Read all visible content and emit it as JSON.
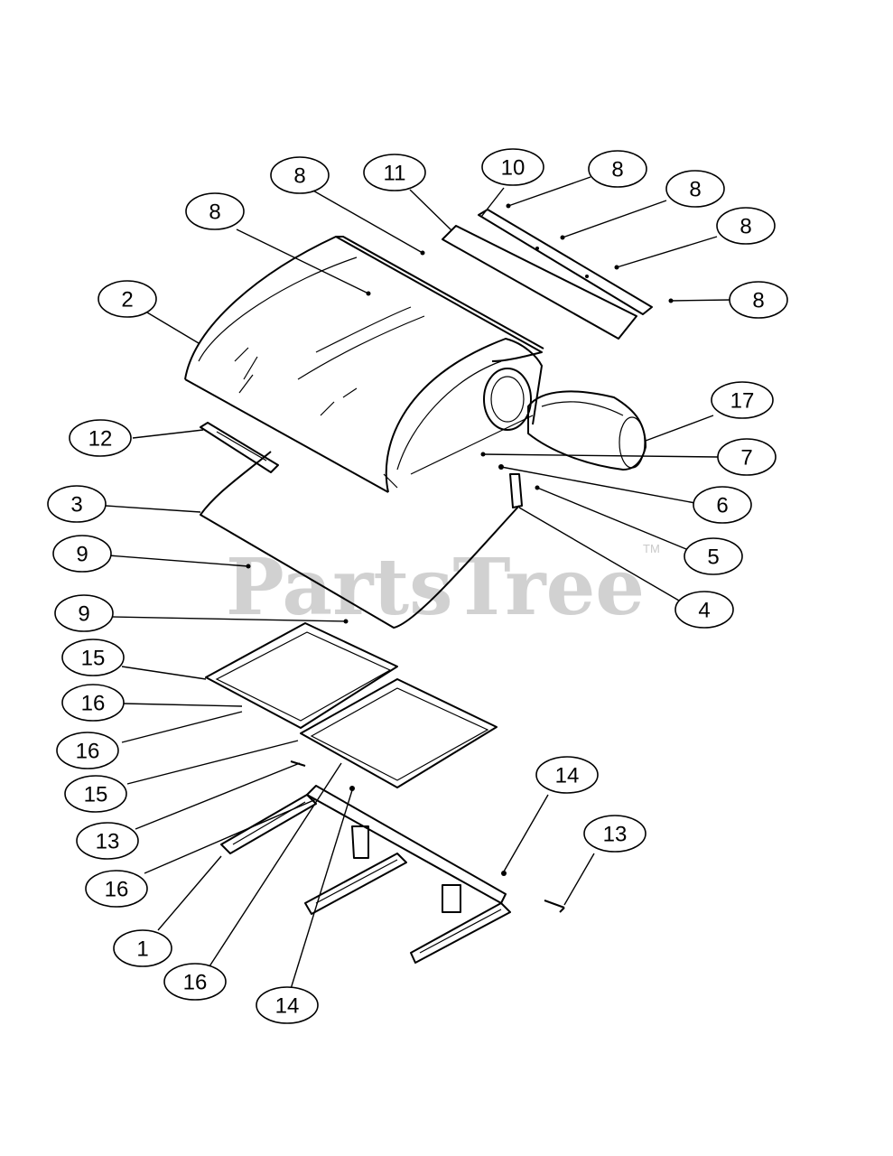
{
  "watermark": {
    "text": "PartsTree",
    "trademark": "TM"
  },
  "callouts": [
    {
      "id": "c-8a",
      "label": "8"
    },
    {
      "id": "c-11",
      "label": "11"
    },
    {
      "id": "c-10",
      "label": "10"
    },
    {
      "id": "c-8b",
      "label": "8"
    },
    {
      "id": "c-8c",
      "label": "8"
    },
    {
      "id": "c-8d",
      "label": "8"
    },
    {
      "id": "c-8e",
      "label": "8"
    },
    {
      "id": "c-8f",
      "label": "8"
    },
    {
      "id": "c-2",
      "label": "2"
    },
    {
      "id": "c-17",
      "label": "17"
    },
    {
      "id": "c-12",
      "label": "12"
    },
    {
      "id": "c-7",
      "label": "7"
    },
    {
      "id": "c-3",
      "label": "3"
    },
    {
      "id": "c-6",
      "label": "6"
    },
    {
      "id": "c-9a",
      "label": "9"
    },
    {
      "id": "c-5",
      "label": "5"
    },
    {
      "id": "c-9b",
      "label": "9"
    },
    {
      "id": "c-4",
      "label": "4"
    },
    {
      "id": "c-15a",
      "label": "15"
    },
    {
      "id": "c-16a",
      "label": "16"
    },
    {
      "id": "c-16b",
      "label": "16"
    },
    {
      "id": "c-15b",
      "label": "15"
    },
    {
      "id": "c-14a",
      "label": "14"
    },
    {
      "id": "c-13a",
      "label": "13"
    },
    {
      "id": "c-13b",
      "label": "13"
    },
    {
      "id": "c-16c",
      "label": "16"
    },
    {
      "id": "c-1",
      "label": "1"
    },
    {
      "id": "c-16d",
      "label": "16"
    },
    {
      "id": "c-14b",
      "label": "14"
    }
  ]
}
